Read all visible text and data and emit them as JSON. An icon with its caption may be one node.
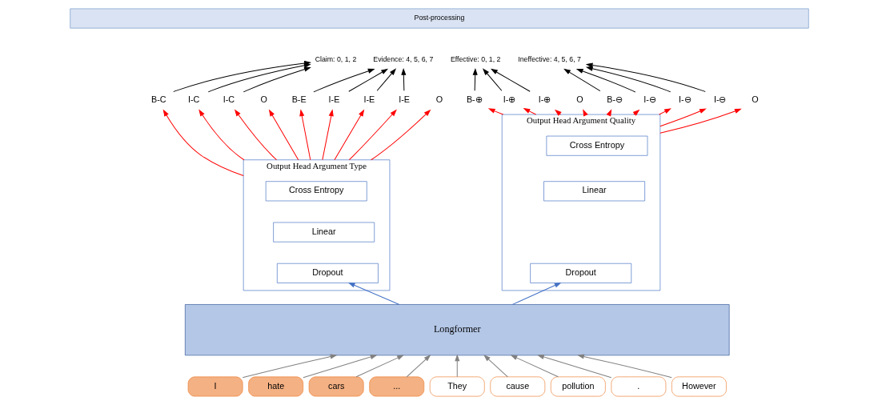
{
  "diagram": {
    "nodes": [
      {
        "text": [
          "Claim: 0, 1, 2"
        ]
      },
      {
        "text": [
          "Evidence: 4, 5, 6, 7"
        ]
      },
      {
        "text": [
          "Effective: 0, 1, 2"
        ]
      },
      {
        "text": [
          "Ineffective: 4, 5, 6, 7"
        ]
      },
      {
        "text": [
          "Post-processing"
        ]
      },
      {
        "text": [
          "B-C"
        ]
      },
      {
        "text": [
          "I-C"
        ]
      },
      {
        "text": [
          "I-C"
        ]
      },
      {
        "text": [
          "O"
        ]
      },
      {
        "text": [
          "B-E"
        ]
      },
      {
        "text": [
          "I-E"
        ]
      },
      {
        "text": [
          "I-E"
        ]
      },
      {
        "text": [
          "I-E"
        ]
      },
      {
        "text": [
          "O"
        ]
      },
      {
        "text": [
          "B-⊕"
        ]
      },
      {
        "text": [
          "I-⊕"
        ]
      },
      {
        "text": [
          "I-⊕"
        ]
      },
      {
        "text": [
          "O"
        ]
      },
      {
        "text": [
          "B-⊖"
        ]
      },
      {
        "text": [
          "I-⊖"
        ]
      },
      {
        "text": [
          "I-⊖"
        ]
      },
      {
        "text": [
          "I-⊖"
        ]
      },
      {
        "text": [
          "O"
        ]
      },
      {
        "text": [
          "Output Head Argument Type"
        ]
      },
      {
        "text": [
          "Cross Entropy"
        ],
        "in": 23
      },
      {
        "text": [
          "Linear"
        ],
        "in": 23
      },
      {
        "text": [
          "Dropout"
        ],
        "in": 23
      },
      {
        "text": [
          "Output Head Argument Quality"
        ]
      },
      {
        "text": [
          "Cross Entropy"
        ],
        "in": 27
      },
      {
        "text": [
          "Linear"
        ],
        "in": 27
      },
      {
        "text": [
          "Dropout"
        ],
        "in": 27
      },
      {
        "text": [
          "Longformer"
        ]
      },
      {
        "text": [
          "I"
        ]
      },
      {
        "text": [
          "hate"
        ]
      },
      {
        "text": [
          "cars"
        ]
      },
      {
        "text": [
          "..."
        ]
      },
      {
        "text": [
          "They"
        ]
      },
      {
        "text": [
          "cause"
        ]
      },
      {
        "text": [
          "pollution"
        ]
      },
      {
        "text": [
          "."
        ]
      },
      {
        "text": [
          "However"
        ]
      }
    ],
    "edges": [
      {
        "from": 5,
        "to": 0,
        "arrow": "to",
        "color": "#000000"
      },
      {
        "from": 6,
        "to": 0,
        "arrow": "to",
        "color": "#000000"
      },
      {
        "from": 7,
        "to": 0,
        "arrow": "to",
        "color": "#000000"
      },
      {
        "from": 9,
        "to": 1,
        "arrow": "to",
        "color": "#000000"
      },
      {
        "from": 10,
        "to": 1,
        "arrow": "to",
        "color": "#000000"
      },
      {
        "from": 11,
        "to": 1,
        "arrow": "to",
        "color": "#000000"
      },
      {
        "from": 12,
        "to": 1,
        "arrow": "to",
        "color": "#000000"
      },
      {
        "from": 14,
        "to": 2,
        "arrow": "to",
        "color": "#000000"
      },
      {
        "from": 15,
        "to": 2,
        "arrow": "to",
        "color": "#000000"
      },
      {
        "from": 16,
        "to": 2,
        "arrow": "to",
        "color": "#000000"
      },
      {
        "from": 18,
        "to": 3,
        "arrow": "to",
        "color": "#000000"
      },
      {
        "from": 19,
        "to": 3,
        "arrow": "to",
        "color": "#000000"
      },
      {
        "from": 20,
        "to": 3,
        "arrow": "to",
        "color": "#000000"
      },
      {
        "from": 21,
        "to": 3,
        "arrow": "to",
        "color": "#000000"
      },
      {
        "from": 23,
        "to": 5,
        "arrow": "to",
        "color": "#ff0000"
      },
      {
        "from": 23,
        "to": 6,
        "arrow": "to",
        "color": "#ff0000"
      },
      {
        "from": 23,
        "to": 7,
        "arrow": "to",
        "color": "#ff0000"
      },
      {
        "from": 23,
        "to": 8,
        "arrow": "to",
        "color": "#ff0000"
      },
      {
        "from": 23,
        "to": 9,
        "arrow": "to",
        "color": "#ff0000"
      },
      {
        "from": 23,
        "to": 10,
        "arrow": "to",
        "color": "#ff0000"
      },
      {
        "from": 23,
        "to": 11,
        "arrow": "to",
        "color": "#ff0000"
      },
      {
        "from": 23,
        "to": 12,
        "arrow": "to",
        "color": "#ff0000"
      },
      {
        "from": 23,
        "to": 13,
        "arrow": "to",
        "color": "#ff0000"
      },
      {
        "from": 27,
        "to": 14,
        "arrow": "to",
        "color": "#ff0000"
      },
      {
        "from": 27,
        "to": 15,
        "arrow": "to",
        "color": "#ff0000"
      },
      {
        "from": 27,
        "to": 16,
        "arrow": "to",
        "color": "#ff0000"
      },
      {
        "from": 27,
        "to": 17,
        "arrow": "to",
        "color": "#ff0000"
      },
      {
        "from": 27,
        "to": 18,
        "arrow": "to",
        "color": "#ff0000"
      },
      {
        "from": 27,
        "to": 19,
        "arrow": "to",
        "color": "#ff0000"
      },
      {
        "from": 27,
        "to": 20,
        "arrow": "to",
        "color": "#ff0000"
      },
      {
        "from": 27,
        "to": 21,
        "arrow": "to",
        "color": "#ff0000"
      },
      {
        "from": 27,
        "to": 22,
        "arrow": "to",
        "color": "#ff0000"
      },
      {
        "from": 31,
        "to": 26,
        "arrow": "to",
        "color": "#4472c4"
      },
      {
        "from": 31,
        "to": 30,
        "arrow": "to",
        "color": "#4472c4"
      },
      {
        "from": 32,
        "to": 31,
        "arrow": "to",
        "color": "#808080"
      },
      {
        "from": 33,
        "to": 31,
        "arrow": "to",
        "color": "#808080"
      },
      {
        "from": 34,
        "to": 31,
        "arrow": "to",
        "color": "#808080"
      },
      {
        "from": 35,
        "to": 31,
        "arrow": "to",
        "color": "#808080"
      },
      {
        "from": 36,
        "to": 31,
        "arrow": "to",
        "color": "#808080"
      },
      {
        "from": 37,
        "to": 31,
        "arrow": "to",
        "color": "#808080"
      },
      {
        "from": 38,
        "to": 31,
        "arrow": "to",
        "color": "#808080"
      },
      {
        "from": 39,
        "to": 31,
        "arrow": "to",
        "color": "#808080"
      },
      {
        "from": 40,
        "to": 31,
        "arrow": "to",
        "color": "#808080"
      }
    ]
  }
}
